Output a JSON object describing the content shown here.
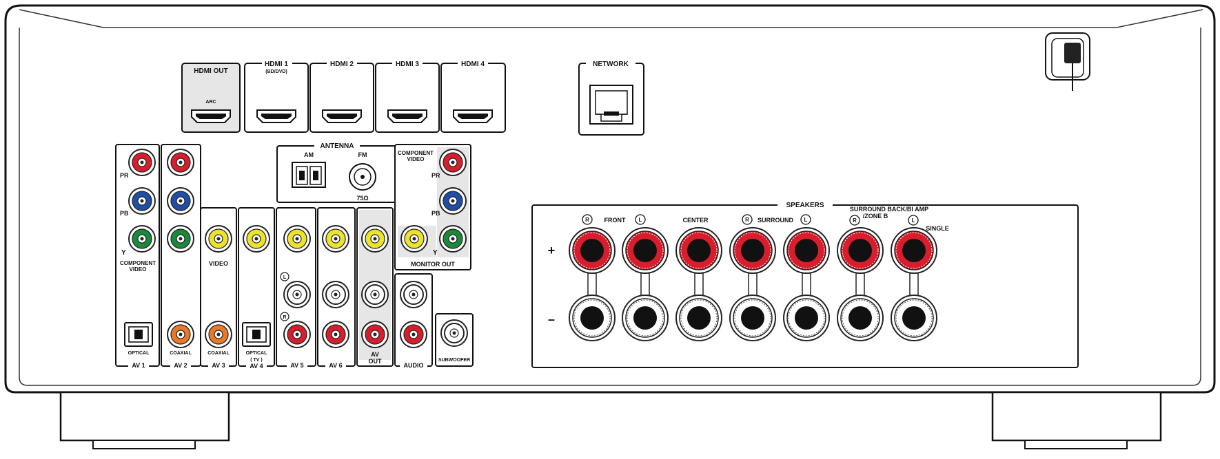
{
  "hdmi": {
    "out_label": "HDMI OUT",
    "arc_label": "ARC",
    "inputs": [
      {
        "label": "HDMI 1",
        "sub": "(BD/DVD)"
      },
      {
        "label": "HDMI 2",
        "sub": ""
      },
      {
        "label": "HDMI 3",
        "sub": ""
      },
      {
        "label": "HDMI 4",
        "sub": ""
      }
    ]
  },
  "network": {
    "label": "NETWORK"
  },
  "antenna": {
    "label": "ANTENNA",
    "am": "AM",
    "fm": "FM",
    "impedance": "75Ω"
  },
  "component_video_in": {
    "line1": "COMPONENT",
    "line2": "VIDEO"
  },
  "component_video_out": {
    "line1": "COMPONENT",
    "line2": "VIDEO",
    "monitor_out": "MONITOR OUT"
  },
  "pr": "PR",
  "pb": "PB",
  "y": "Y",
  "video_label": "VIDEO",
  "optical": "OPTICAL",
  "coaxial": "COAXIAL",
  "tv_label": "( TV )",
  "r_mark": "R",
  "l_mark": "L",
  "av": {
    "av1": "AV 1",
    "av2": "AV 2",
    "av3": "AV 3",
    "av4": "AV 4",
    "av5": "AV 5",
    "av6": "AV 6",
    "av_out_1": "AV",
    "av_out_2": "OUT",
    "audio": "AUDIO",
    "subwoofer": "SUBWOOFER"
  },
  "speakers": {
    "label": "SPEAKERS",
    "front": "FRONT",
    "center": "CENTER",
    "surround": "SURROUND",
    "sb_line1": "SURROUND BACK/BI AMP",
    "sb_line2": "/ZONE B",
    "single": "SINGLE",
    "plus": "+",
    "minus": "–"
  },
  "colors": {
    "red": "#d81e2c",
    "blue": "#1f4ea8",
    "green": "#1a8a3a",
    "yellow": "#ece32a",
    "orange": "#e8782a",
    "panel_shade": "#e6e6e6"
  }
}
